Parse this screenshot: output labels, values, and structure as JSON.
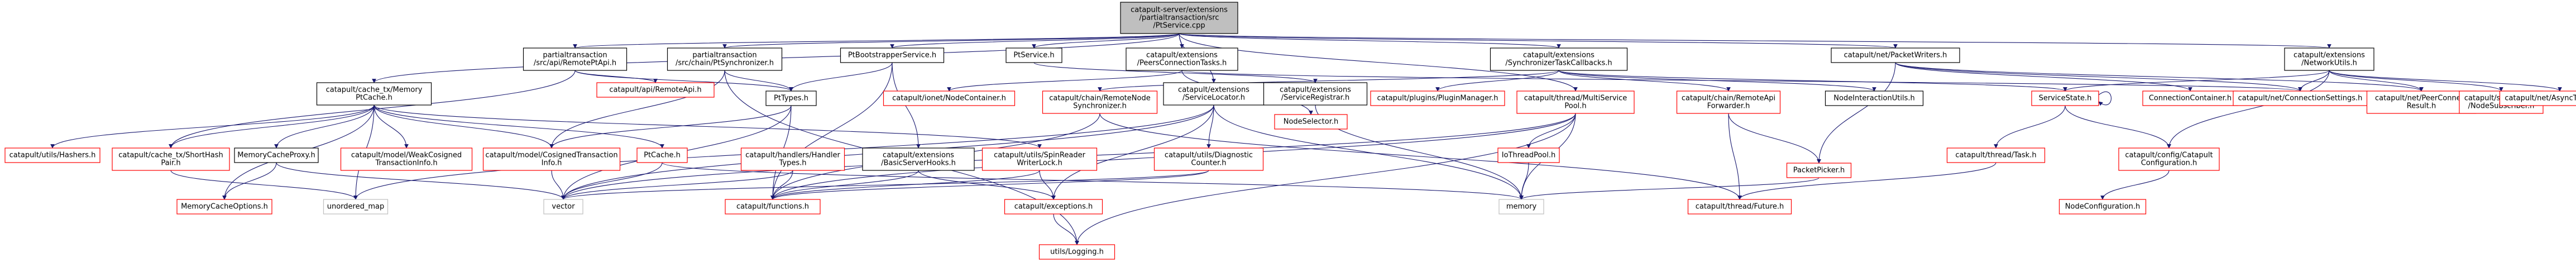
{
  "colors": {
    "root_fill": "#bfbfbf",
    "node_stroke": "#000000",
    "link_stroke": "#ff0000",
    "gray_stroke": "#bfbfbf",
    "edge": "#191970",
    "text": "#000000"
  },
  "nodes": {
    "root": [
      "catapult-server/extensions",
      "/partialtransaction/src",
      "/PtService.cpp"
    ],
    "partialtransaction_remoteptapi": [
      "partialtransaction",
      "/src/api/RemotePtApi.h"
    ],
    "partialtransaction_ptsynchronizer": [
      "partialtransaction",
      "/src/chain/PtSynchronizer.h"
    ],
    "ptbootstrapperservice": [
      "PtBootstrapperService.h"
    ],
    "ptservice_h": [
      "PtService.h"
    ],
    "extensions_peersconnectiontasks": [
      "catapult/extensions",
      "/PeersConnectionTasks.h"
    ],
    "extensions_synchronizertaskcallbacks": [
      "catapult/extensions",
      "/SynchronizerTaskCallbacks.h"
    ],
    "net_packetwriters": [
      "catapult/net/PacketWriters.h"
    ],
    "extensions_networkutils": [
      "catapult/extensions",
      "/NetworkUtils.h"
    ],
    "cache_memoryptcache": [
      "catapult/cache_tx/Memory",
      "PtCache.h"
    ],
    "api_remoteapi": [
      "catapult/api/RemoteApi.h"
    ],
    "pttypes": [
      "PtTypes.h"
    ],
    "ionet_nodecontainer": [
      "catapult/ionet/NodeContainer.h"
    ],
    "chain_remotenodesynchronizer": [
      "catapult/chain/RemoteNode",
      "Synchronizer.h"
    ],
    "extensions_servicelocator": [
      "catapult/extensions",
      "/ServiceLocator.h"
    ],
    "extensions_serviceregistrar": [
      "catapult/extensions",
      "/ServiceRegistrar.h"
    ],
    "nodeselector": [
      "NodeSelector.h"
    ],
    "plugins_pluginmanager": [
      "catapult/plugins/PluginManager.h"
    ],
    "thread_multiservicepool": [
      "catapult/thread/MultiService",
      "Pool.h"
    ],
    "chain_remoteapiforwarder": [
      "catapult/chain/RemoteApi",
      "Forwarder.h"
    ],
    "nodeinteractionutils": [
      "NodeInteractionUtils.h"
    ],
    "servicestate": [
      "ServiceState.h"
    ],
    "connectioncontainer": [
      "ConnectionContainer.h"
    ],
    "net_connectionsettings": [
      "catapult/net/ConnectionSettings.h"
    ],
    "net_peerconnectresult": [
      "catapult/net/PeerConnect",
      "Result.h"
    ],
    "subscribers_nodesubscriber": [
      "catapult/subscribers",
      "/NodeSubscriber.h"
    ],
    "net_asynctcpserver": [
      "catapult/net/AsyncTcpServer.h"
    ],
    "utils_hashers": [
      "catapult/utils/Hashers.h"
    ],
    "cache_tx_shorthashpair": [
      "catapult/cache_tx/ShortHash",
      "Pair.h"
    ],
    "memorycacheproxy": [
      "MemoryCacheProxy.h"
    ],
    "model_weakcosigned": [
      "catapult/model/WeakCosigned",
      "TransactionInfo.h"
    ],
    "model_cosignedtransactioninfo": [
      "catapult/model/CosignedTransaction",
      "Info.h"
    ],
    "ptcache": [
      "PtCache.h"
    ],
    "handlers_handlertypes": [
      "catapult/handlers/Handler",
      "Types.h"
    ],
    "extensions_basicservershooks": [
      "catapult/extensions",
      "/BasicServerHooks.h"
    ],
    "utils_spinreaderwriterlock": [
      "catapult/utils/SpinReader",
      "WriterLock.h"
    ],
    "utils_diagnosticcounter": [
      "catapult/utils/Diagnostic",
      "Counter.h"
    ],
    "iothreadpool": [
      "IoThreadPool.h"
    ],
    "packetpicker": [
      "PacketPicker.h"
    ],
    "thread_task": [
      "catapult/thread/Task.h"
    ],
    "config_catapultconfiguration": [
      "catapult/config/Catapult",
      "Configuration.h"
    ],
    "memorycacheoptions": [
      "MemoryCacheOptions.h"
    ],
    "unordered_map": [
      "unordered_map"
    ],
    "vector": [
      "vector"
    ],
    "functions": [
      "catapult/functions.h"
    ],
    "exceptions": [
      "catapult/exceptions.h"
    ],
    "memory": [
      "memory"
    ],
    "thread_future": [
      "catapult/thread/Future.h"
    ],
    "nodeconfiguration": [
      "NodeConfiguration.h"
    ],
    "utils_logging": [
      "utils/Logging.h"
    ]
  }
}
